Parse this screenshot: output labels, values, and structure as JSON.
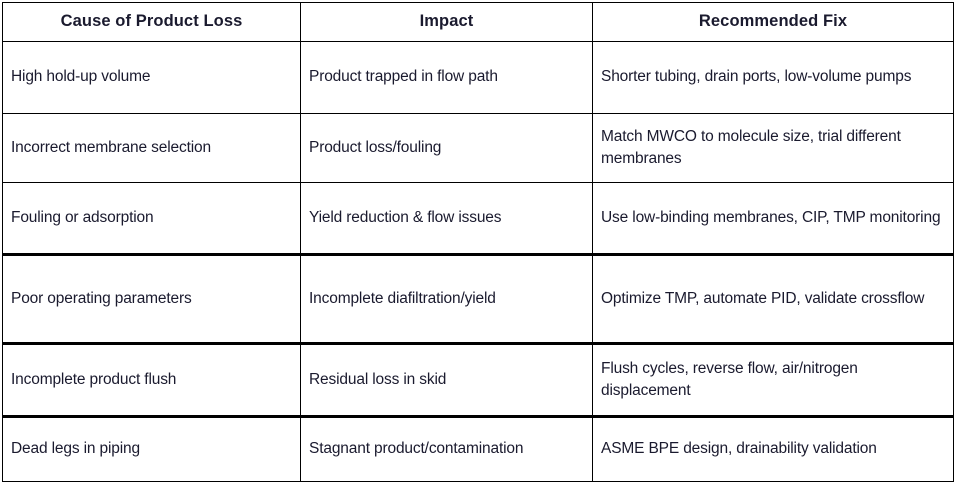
{
  "table": {
    "columns": [
      {
        "key": "cause",
        "label": "Cause of Product Loss"
      },
      {
        "key": "impact",
        "label": "Impact"
      },
      {
        "key": "fix",
        "label": "Recommended Fix"
      }
    ],
    "rows": [
      {
        "cause": "High hold-up volume",
        "impact": "Product trapped in flow path",
        "fix": "Shorter tubing, drain ports, low-volume pumps"
      },
      {
        "cause": "Incorrect membrane selection",
        "impact": "Product loss/fouling",
        "fix": "Match MWCO to molecule size, trial different membranes"
      },
      {
        "cause": "Fouling or adsorption",
        "impact": "Yield reduction & flow issues",
        "fix": "Use low-binding membranes, CIP, TMP monitoring"
      },
      {
        "cause": "Poor operating parameters",
        "impact": "Incomplete diafiltration/yield",
        "fix": "Optimize TMP, automate PID, validate crossflow"
      },
      {
        "cause": "Incomplete product flush",
        "impact": "Residual loss in skid",
        "fix": "Flush cycles, reverse flow, air/nitrogen displacement"
      },
      {
        "cause": "Dead legs in piping",
        "impact": "Stagnant product/contamination",
        "fix": "ASME BPE design, drainability validation"
      }
    ]
  },
  "colors": {
    "text": "#1a1a2e",
    "border": "#000000",
    "background": "#ffffff"
  }
}
